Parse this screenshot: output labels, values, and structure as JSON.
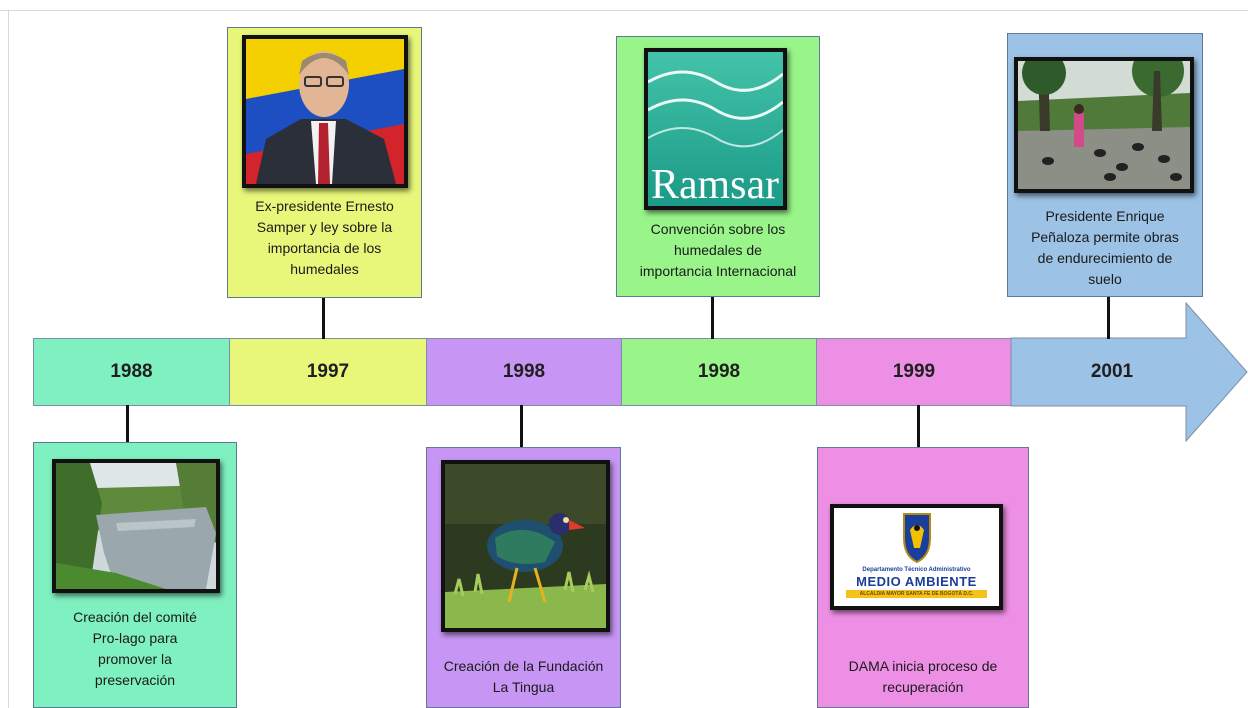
{
  "timeline": {
    "segments": [
      {
        "year": "1988",
        "color": "#7ff0c0"
      },
      {
        "year": "1997",
        "color": "#e8f77a"
      },
      {
        "year": "1998",
        "color": "#c796f5"
      },
      {
        "year": "1998",
        "color": "#99f58a"
      },
      {
        "year": "1999",
        "color": "#ee8fe6"
      },
      {
        "year": "2001",
        "color": "#9cc2e5"
      }
    ]
  },
  "events": {
    "e1988": {
      "text": [
        "Creación del comité",
        "Pro-lago para",
        "promover la",
        "preservación"
      ],
      "image": "river-wetland-photo"
    },
    "e1997": {
      "text": [
        "Ex-presidente Ernesto",
        "Samper y ley sobre la",
        "importancia de los",
        "humedales"
      ],
      "image": "ernesto-samper-portrait"
    },
    "e1998a": {
      "text": [
        "Creación de la Fundación",
        "La Tingua"
      ],
      "image": "tingua-bird-photo"
    },
    "e1998b": {
      "text": [
        "Convención sobre los",
        "humedales de",
        "importancia Internacional"
      ],
      "image": "ramsar-logo",
      "logo_text": "Ramsar"
    },
    "e1999": {
      "text": [
        "DAMA inicia proceso de",
        "recuperación"
      ],
      "image": "dama-logo",
      "logo": {
        "line1": "Departamento Técnico Administrativo",
        "line2": "MEDIO AMBIENTE",
        "line3": "ALCALDIA MAYOR  SANTA FE DE BOGOTÁ D.C."
      }
    },
    "e2001": {
      "text": [
        "Presidente Enrique",
        "Peñaloza permite obras",
        "de endurecimiento de",
        "suelo"
      ],
      "image": "park-birds-photo"
    }
  }
}
